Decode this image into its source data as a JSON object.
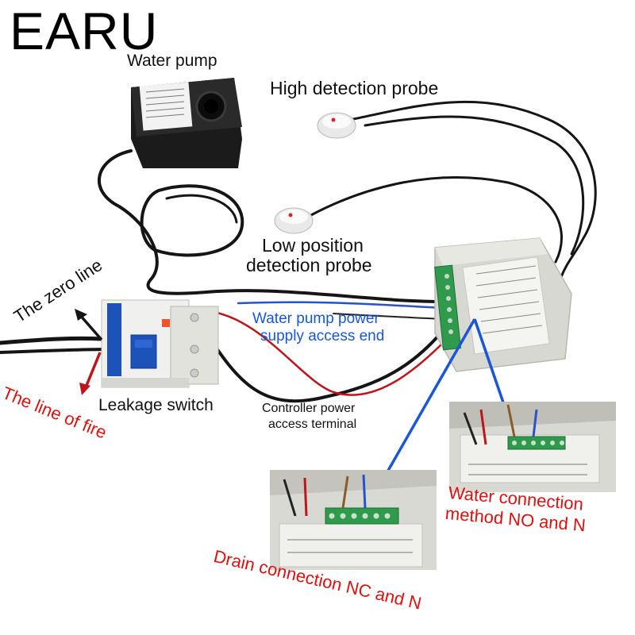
{
  "brand": "EARU",
  "labels": {
    "water_pump": "Water pump",
    "high_probe": "High detection probe",
    "low_probe_line1": "Low position",
    "low_probe_line2": "detection probe",
    "zero_line": "The zero line",
    "pump_power_line1": "Water pump power",
    "pump_power_line2": "supply access end",
    "leakage_switch": "Leakage switch",
    "line_of_fire": "The line of fire",
    "controller_power_line1": "Controller power",
    "controller_power_line2": "access terminal",
    "water_method_line1": "Water connection",
    "water_method_line2": "method NO and N",
    "drain_method": "Drain connection NC and N"
  },
  "colors": {
    "annotation_blue": "#1a57d6",
    "annotation_red": "#e01010",
    "cable_black": "#151515",
    "terminal_green": "#2f9a4c",
    "breaker_blue": "#1d52b8"
  }
}
